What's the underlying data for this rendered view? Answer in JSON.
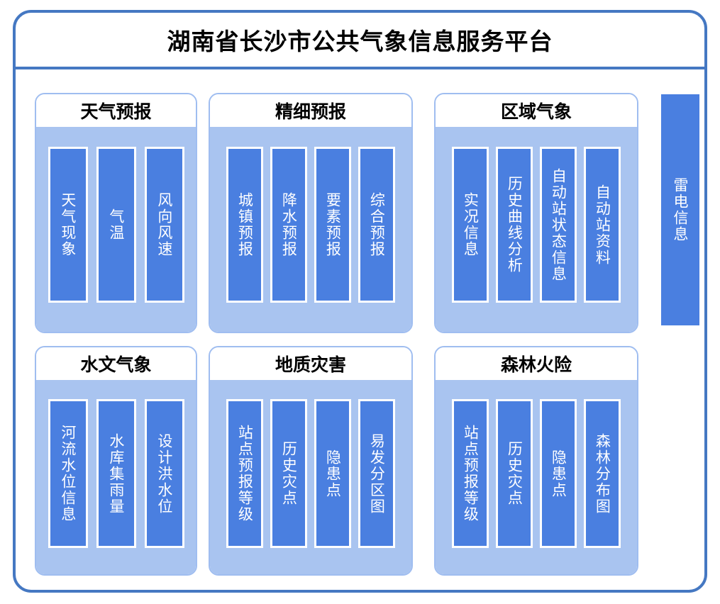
{
  "platform": {
    "title": "湖南省长沙市公共气象信息服务平台"
  },
  "colors": {
    "frame_border": "#4578c2",
    "panel_border": "#9fbdf0",
    "panel_body": "#a9c4f0",
    "item_bar": "#4a7fe0",
    "item_text": "#ffffff",
    "title_text": "#000000"
  },
  "standalone": {
    "lightning": {
      "label": "雷电信息"
    }
  },
  "groups": [
    {
      "id": "weather-forecast",
      "title": "天气预报",
      "items": [
        {
          "label": "天气现象"
        },
        {
          "label": "气温"
        },
        {
          "label": "风向风速"
        }
      ]
    },
    {
      "id": "fine-forecast",
      "title": "精细预报",
      "items": [
        {
          "label": "城镇预报"
        },
        {
          "label": "降水预报"
        },
        {
          "label": "要素预报"
        },
        {
          "label": "综合预报"
        }
      ]
    },
    {
      "id": "regional-meteorology",
      "title": "区域气象",
      "items": [
        {
          "label": "实况信息"
        },
        {
          "label": "历史曲线分析"
        },
        {
          "label": "自动站状态信息"
        },
        {
          "label": "自动站资料"
        }
      ]
    },
    {
      "id": "hydro-meteorology",
      "title": "水文气象",
      "items": [
        {
          "label": "河流水位信息"
        },
        {
          "label": "水库集雨量"
        },
        {
          "label": "设计洪水位"
        }
      ]
    },
    {
      "id": "geological-hazard",
      "title": "地质灾害",
      "items": [
        {
          "label": "站点预报等级"
        },
        {
          "label": "历史灾点"
        },
        {
          "label": "隐患点"
        },
        {
          "label": "易发分区图"
        }
      ]
    },
    {
      "id": "forest-fire-risk",
      "title": "森林火险",
      "items": [
        {
          "label": "站点预报等级"
        },
        {
          "label": "历史灾点"
        },
        {
          "label": "隐患点"
        },
        {
          "label": "森林分布图"
        }
      ]
    }
  ]
}
